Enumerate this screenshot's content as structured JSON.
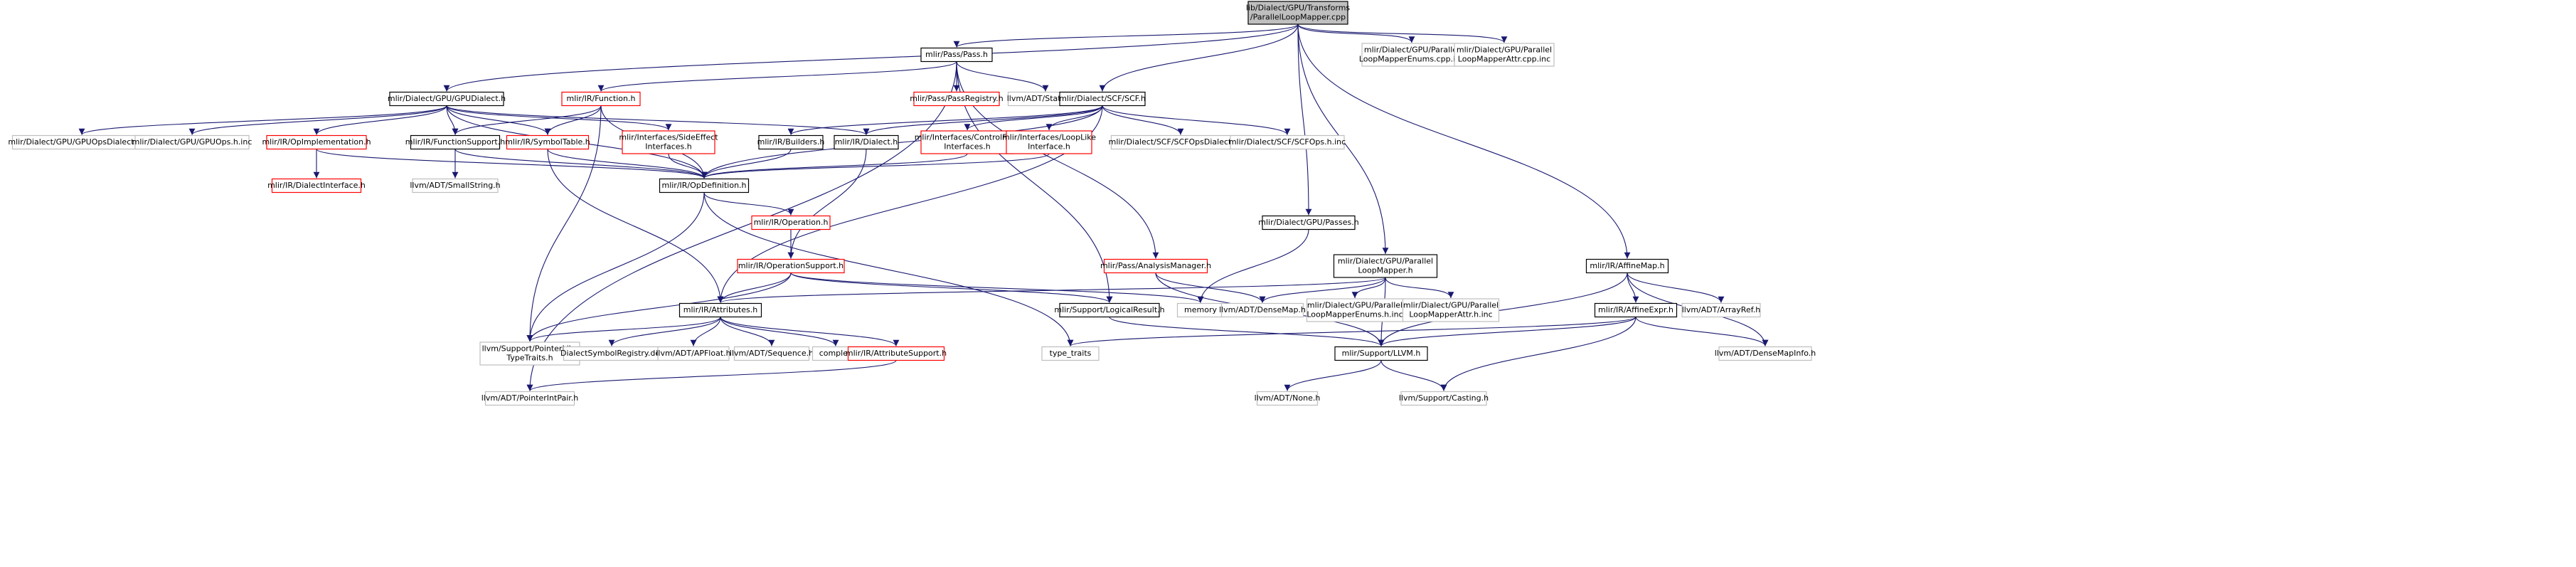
{
  "colors": {
    "root_fill": "#bfbfbf",
    "root_stroke": "#000000",
    "node_fill": "#ffffff",
    "normal_stroke": "#000000",
    "red_stroke": "#ff0000",
    "gray_stroke": "#bfbfbf",
    "text": "#000000",
    "gray_text": "#000000",
    "edge": "#191970"
  },
  "nodes": [
    {
      "id": "root",
      "lines": [
        "lib/Dialect/GPU/Transforms",
        "/ParallelLoopMapper.cpp"
      ],
      "style": "root"
    },
    {
      "id": "pass",
      "lines": [
        "mlir/Pass/Pass.h"
      ],
      "style": "normal"
    },
    {
      "id": "gpumapenums",
      "lines": [
        "mlir/Dialect/GPU/Parallel",
        "LoopMapperEnums.cpp.inc"
      ],
      "style": "gray"
    },
    {
      "id": "gpumapattrcpp",
      "lines": [
        "mlir/Dialect/GPU/Parallel",
        "LoopMapperAttr.cpp.inc"
      ],
      "style": "gray"
    },
    {
      "id": "gpudialect",
      "lines": [
        "mlir/Dialect/GPU/GPUDialect.h"
      ],
      "style": "normal"
    },
    {
      "id": "function",
      "lines": [
        "mlir/IR/Function.h"
      ],
      "style": "red"
    },
    {
      "id": "passregistry",
      "lines": [
        "mlir/Pass/PassRegistry.h"
      ],
      "style": "red"
    },
    {
      "id": "statistic",
      "lines": [
        "llvm/ADT/Statistic.h"
      ],
      "style": "gray"
    },
    {
      "id": "scf",
      "lines": [
        "mlir/Dialect/SCF/SCF.h"
      ],
      "style": "normal"
    },
    {
      "id": "gpuopsdialectinc",
      "lines": [
        "mlir/Dialect/GPU/GPUOpsDialect.h.inc"
      ],
      "style": "gray"
    },
    {
      "id": "gpuopsinc",
      "lines": [
        "mlir/Dialect/GPU/GPUOps.h.inc"
      ],
      "style": "gray"
    },
    {
      "id": "opimpl",
      "lines": [
        "mlir/IR/OpImplementation.h"
      ],
      "style": "red"
    },
    {
      "id": "funcsupport",
      "lines": [
        "mlir/IR/FunctionSupport.h"
      ],
      "style": "normal"
    },
    {
      "id": "symboltable",
      "lines": [
        "mlir/IR/SymbolTable.h"
      ],
      "style": "red"
    },
    {
      "id": "sideeffect",
      "lines": [
        "mlir/Interfaces/SideEffect",
        "Interfaces.h"
      ],
      "style": "red"
    },
    {
      "id": "builders",
      "lines": [
        "mlir/IR/Builders.h"
      ],
      "style": "normal"
    },
    {
      "id": "irdialect",
      "lines": [
        "mlir/IR/Dialect.h"
      ],
      "style": "normal"
    },
    {
      "id": "controlflow",
      "lines": [
        "mlir/Interfaces/ControlFlow",
        "Interfaces.h"
      ],
      "style": "red"
    },
    {
      "id": "looplike",
      "lines": [
        "mlir/Interfaces/LoopLike",
        "Interface.h"
      ],
      "style": "red"
    },
    {
      "id": "scfopsdialectinc",
      "lines": [
        "mlir/Dialect/SCF/SCFOpsDialect.h.inc"
      ],
      "style": "gray"
    },
    {
      "id": "scfopsinc",
      "lines": [
        "mlir/Dialect/SCF/SCFOps.h.inc"
      ],
      "style": "gray"
    },
    {
      "id": "dialectinterface",
      "lines": [
        "mlir/IR/DialectInterface.h"
      ],
      "style": "red"
    },
    {
      "id": "smallstring",
      "lines": [
        "llvm/ADT/SmallString.h"
      ],
      "style": "gray"
    },
    {
      "id": "opdefinition",
      "lines": [
        "mlir/IR/OpDefinition.h"
      ],
      "style": "normal"
    },
    {
      "id": "operation",
      "lines": [
        "mlir/IR/Operation.h"
      ],
      "style": "red"
    },
    {
      "id": "gpupasses",
      "lines": [
        "mlir/Dialect/GPU/Passes.h"
      ],
      "style": "normal"
    },
    {
      "id": "affinemap",
      "lines": [
        "mlir/IR/AffineMap.h"
      ],
      "style": "normal"
    },
    {
      "id": "opsupport",
      "lines": [
        "mlir/IR/OperationSupport.h"
      ],
      "style": "red"
    },
    {
      "id": "analysismgr",
      "lines": [
        "mlir/Pass/AnalysisManager.h"
      ],
      "style": "red"
    },
    {
      "id": "gpuplmapper",
      "lines": [
        "mlir/Dialect/GPU/Parallel",
        "LoopMapper.h"
      ],
      "style": "normal"
    },
    {
      "id": "attributes",
      "lines": [
        "mlir/IR/Attributes.h"
      ],
      "style": "normal"
    },
    {
      "id": "logicalresult",
      "lines": [
        "mlir/Support/LogicalResult.h"
      ],
      "style": "normal"
    },
    {
      "id": "memory",
      "lines": [
        "memory"
      ],
      "style": "gray"
    },
    {
      "id": "densemap",
      "lines": [
        "llvm/ADT/DenseMap.h"
      ],
      "style": "gray"
    },
    {
      "id": "gpumapenumshinc",
      "lines": [
        "mlir/Dialect/GPU/Parallel",
        "LoopMapperEnums.h.inc"
      ],
      "style": "gray"
    },
    {
      "id": "gpumapattrhinc",
      "lines": [
        "mlir/Dialect/GPU/Parallel",
        "LoopMapperAttr.h.inc"
      ],
      "style": "gray"
    },
    {
      "id": "affineexpr",
      "lines": [
        "mlir/IR/AffineExpr.h"
      ],
      "style": "normal"
    },
    {
      "id": "arrayref",
      "lines": [
        "llvm/ADT/ArrayRef.h"
      ],
      "style": "gray"
    },
    {
      "id": "pointerlike",
      "lines": [
        "llvm/Support/PointerLike",
        "TypeTraits.h"
      ],
      "style": "gray"
    },
    {
      "id": "dialectsymreg",
      "lines": [
        "DialectSymbolRegistry.def"
      ],
      "style": "gray"
    },
    {
      "id": "apfloat",
      "lines": [
        "llvm/ADT/APFloat.h"
      ],
      "style": "gray"
    },
    {
      "id": "sequence",
      "lines": [
        "llvm/ADT/Sequence.h"
      ],
      "style": "gray"
    },
    {
      "id": "complex",
      "lines": [
        "complex"
      ],
      "style": "gray"
    },
    {
      "id": "attrsupport",
      "lines": [
        "mlir/IR/AttributeSupport.h"
      ],
      "style": "red"
    },
    {
      "id": "typetraits",
      "lines": [
        "type_traits"
      ],
      "style": "gray"
    },
    {
      "id": "llvmh",
      "lines": [
        "mlir/Support/LLVM.h"
      ],
      "style": "normal"
    },
    {
      "id": "densemapinfo",
      "lines": [
        "llvm/ADT/DenseMapInfo.h"
      ],
      "style": "gray"
    },
    {
      "id": "pointerintpair",
      "lines": [
        "llvm/ADT/PointerIntPair.h"
      ],
      "style": "gray"
    },
    {
      "id": "none",
      "lines": [
        "llvm/ADT/None.h"
      ],
      "style": "gray"
    },
    {
      "id": "casting",
      "lines": [
        "llvm/Support/Casting.h"
      ],
      "style": "gray"
    }
  ],
  "edges": [
    [
      "root",
      "pass"
    ],
    [
      "root",
      "gpumapenums"
    ],
    [
      "root",
      "gpumapattrcpp"
    ],
    [
      "root",
      "gpudialect"
    ],
    [
      "root",
      "scf"
    ],
    [
      "root",
      "gpupasses"
    ],
    [
      "root",
      "gpuplmapper"
    ],
    [
      "root",
      "affinemap"
    ],
    [
      "pass",
      "function"
    ],
    [
      "pass",
      "passregistry"
    ],
    [
      "pass",
      "statistic"
    ],
    [
      "pass",
      "analysismgr"
    ],
    [
      "pass",
      "logicalresult"
    ],
    [
      "pass",
      "pointerintpair"
    ],
    [
      "gpudialect",
      "gpuopsdialectinc"
    ],
    [
      "gpudialect",
      "gpuopsinc"
    ],
    [
      "gpudialect",
      "opimpl"
    ],
    [
      "gpudialect",
      "funcsupport"
    ],
    [
      "gpudialect",
      "symboltable"
    ],
    [
      "gpudialect",
      "sideeffect"
    ],
    [
      "gpudialect",
      "irdialect"
    ],
    [
      "gpudialect",
      "opdefinition"
    ],
    [
      "function",
      "funcsupport"
    ],
    [
      "function",
      "symboltable"
    ],
    [
      "function",
      "opdefinition"
    ],
    [
      "function",
      "pointerlike"
    ],
    [
      "scf",
      "builders"
    ],
    [
      "scf",
      "irdialect"
    ],
    [
      "scf",
      "controlflow"
    ],
    [
      "scf",
      "looplike"
    ],
    [
      "scf",
      "scfopsdialectinc"
    ],
    [
      "scf",
      "scfopsinc"
    ],
    [
      "scf",
      "opdefinition"
    ],
    [
      "scf",
      "attributes"
    ],
    [
      "opimpl",
      "dialectinterface"
    ],
    [
      "opimpl",
      "opdefinition"
    ],
    [
      "funcsupport",
      "smallstring"
    ],
    [
      "funcsupport",
      "opdefinition"
    ],
    [
      "symboltable",
      "opdefinition"
    ],
    [
      "symboltable",
      "attributes"
    ],
    [
      "sideeffect",
      "opdefinition"
    ],
    [
      "builders",
      "opdefinition"
    ],
    [
      "irdialect",
      "opsupport"
    ],
    [
      "controlflow",
      "opdefinition"
    ],
    [
      "looplike",
      "opdefinition"
    ],
    [
      "opdefinition",
      "operation"
    ],
    [
      "opdefinition",
      "pointerlike"
    ],
    [
      "opdefinition",
      "typetraits"
    ],
    [
      "operation",
      "opsupport"
    ],
    [
      "opsupport",
      "attributes"
    ],
    [
      "opsupport",
      "logicalresult"
    ],
    [
      "opsupport",
      "memory"
    ],
    [
      "opsupport",
      "pointerlike"
    ],
    [
      "gpupasses",
      "memory"
    ],
    [
      "analysismgr",
      "densemap"
    ],
    [
      "analysismgr",
      "llvmh"
    ],
    [
      "gpuplmapper",
      "attributes"
    ],
    [
      "gpuplmapper",
      "densemap"
    ],
    [
      "gpuplmapper",
      "gpumapenumshinc"
    ],
    [
      "gpuplmapper",
      "gpumapattrhinc"
    ],
    [
      "gpuplmapper",
      "llvmh"
    ],
    [
      "affinemap",
      "affineexpr"
    ],
    [
      "affinemap",
      "arrayref"
    ],
    [
      "affinemap",
      "llvmh"
    ],
    [
      "affinemap",
      "densemapinfo"
    ],
    [
      "attributes",
      "pointerlike"
    ],
    [
      "attributes",
      "dialectsymreg"
    ],
    [
      "attributes",
      "apfloat"
    ],
    [
      "attributes",
      "sequence"
    ],
    [
      "attributes",
      "complex"
    ],
    [
      "attributes",
      "attrsupport"
    ],
    [
      "attrsupport",
      "pointerintpair"
    ],
    [
      "logicalresult",
      "llvmh"
    ],
    [
      "affineexpr",
      "typetraits"
    ],
    [
      "affineexpr",
      "llvmh"
    ],
    [
      "affineexpr",
      "casting"
    ],
    [
      "affineexpr",
      "densemapinfo"
    ],
    [
      "llvmh",
      "none"
    ],
    [
      "llvmh",
      "casting"
    ]
  ]
}
